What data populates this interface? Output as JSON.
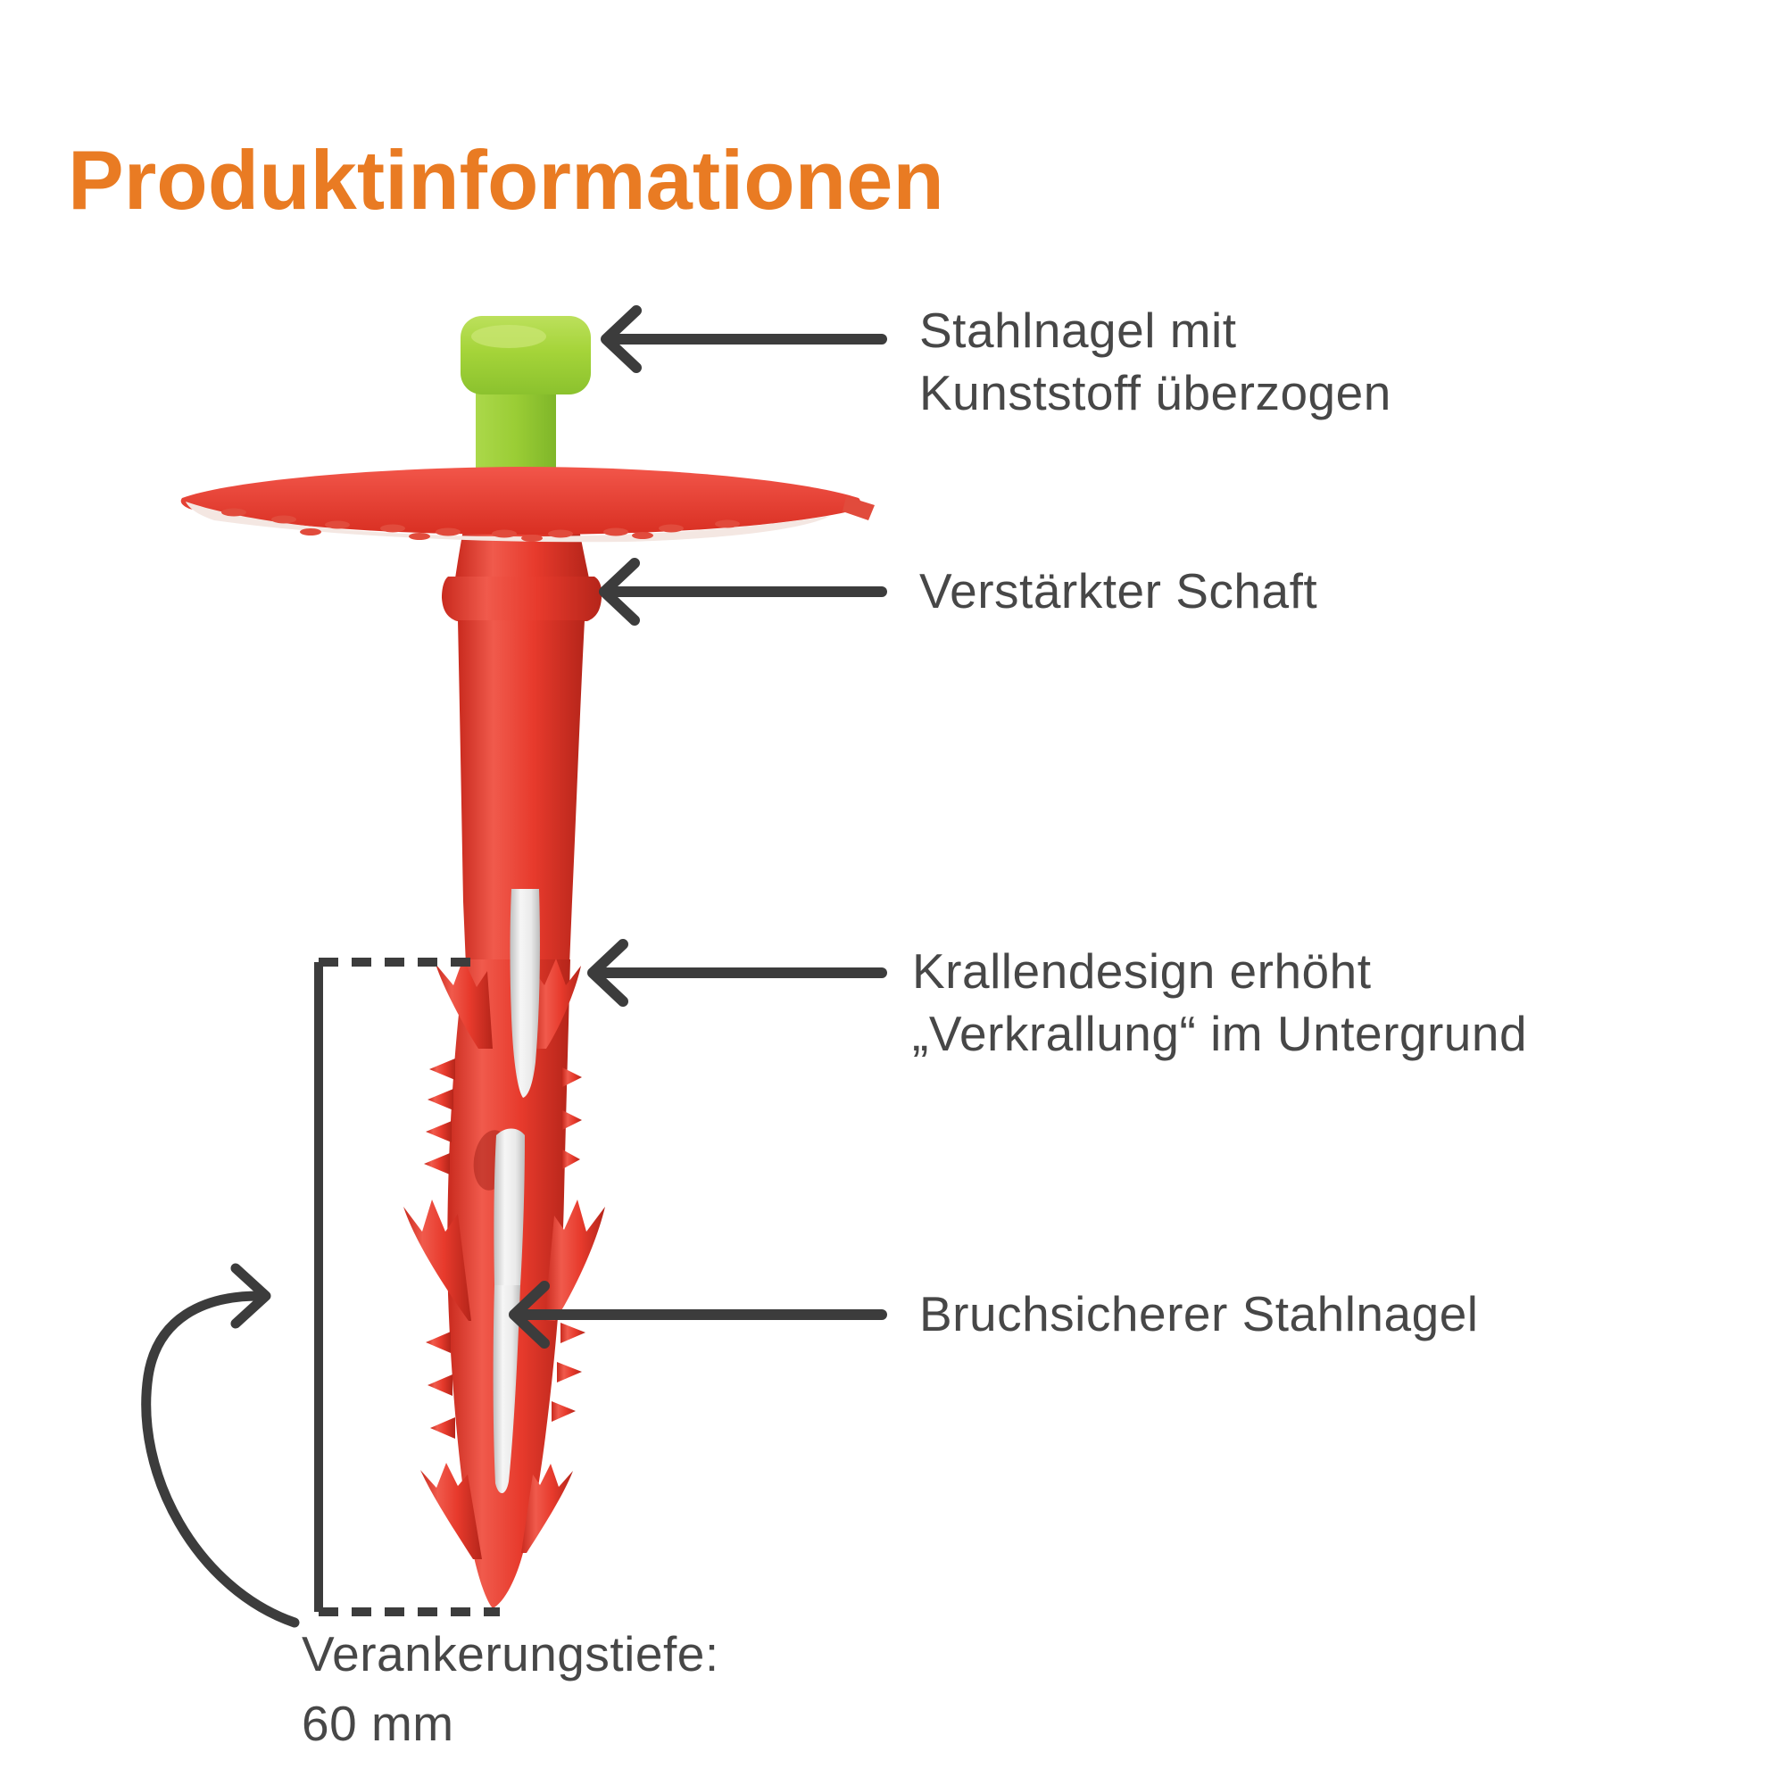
{
  "title": "Produktinformationen",
  "annotations": [
    {
      "lines": [
        "Stahlnagel mit",
        "Kunststoff überzogen"
      ]
    },
    {
      "lines": [
        "Verstärkter Schaft"
      ]
    },
    {
      "lines": [
        "Krallendesign erhöht",
        "„Verkrallung“ im Untergrund"
      ]
    },
    {
      "lines": [
        "Bruchsicherer Stahlnagel"
      ]
    }
  ],
  "measurement": {
    "label": "Verankerungstiefe:",
    "value": "60 mm"
  },
  "parts": {
    "cap": "plastic-coated steel nail head (green)",
    "washer": "perforated round washer plate (red)",
    "shaft": "reinforced shaft (red)",
    "claws": "claw-design expansion body (red)",
    "nail": "break-proof steel nail (silver)"
  },
  "colors": {
    "orange": "#E97B23",
    "text": "#474747",
    "line": "#3C3C3C",
    "red": "#E93A2C",
    "red_dark": "#C02518",
    "red_light": "#F4685C",
    "green": "#A2D238",
    "green_dark": "#84B92B",
    "nail": "#F2F2F2",
    "underside": "#F4E7E2"
  }
}
